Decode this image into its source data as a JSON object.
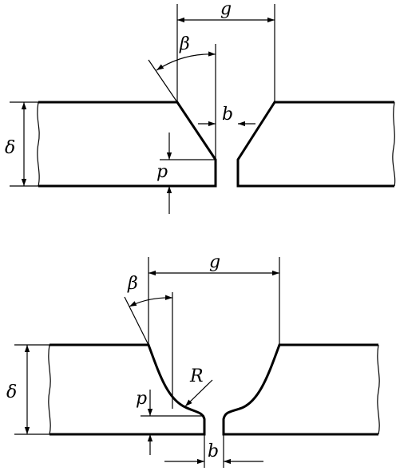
{
  "groove_v": {
    "labels": {
      "gap_width": "g",
      "bevel_angle": "β",
      "root_gap": "b",
      "root_face": "p",
      "thickness": "δ"
    }
  },
  "groove_u": {
    "labels": {
      "gap_width": "g",
      "bevel_angle": "β",
      "radius": "R",
      "root_gap": "b",
      "root_face": "p",
      "thickness": "δ"
    }
  },
  "colors": {
    "line": "#000000",
    "background": "#ffffff"
  }
}
